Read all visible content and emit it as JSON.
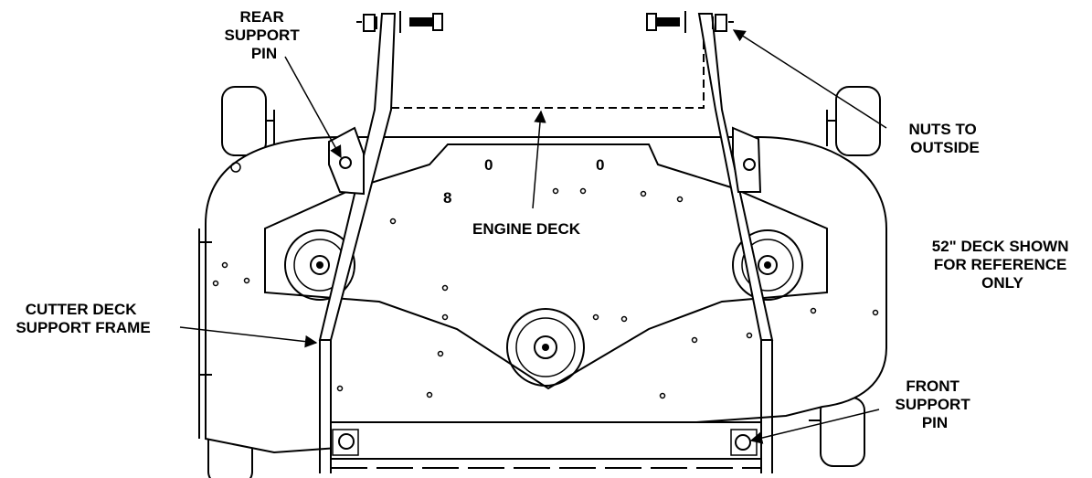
{
  "labels": {
    "rear_support_pin": [
      "REAR",
      "SUPPORT",
      "PIN"
    ],
    "nuts_to_outside": [
      "NUTS TO",
      "OUTSIDE"
    ],
    "engine_deck": "ENGINE DECK",
    "deck_note": [
      "52\" DECK SHOWN",
      "FOR REFERENCE",
      "ONLY"
    ],
    "cutter_deck_support_frame": [
      "CUTTER DECK",
      "SUPPORT FRAME"
    ],
    "front_support_pin": [
      "FRONT",
      "SUPPORT",
      "PIN"
    ],
    "hole_marks": [
      "0",
      "0",
      "8"
    ]
  }
}
